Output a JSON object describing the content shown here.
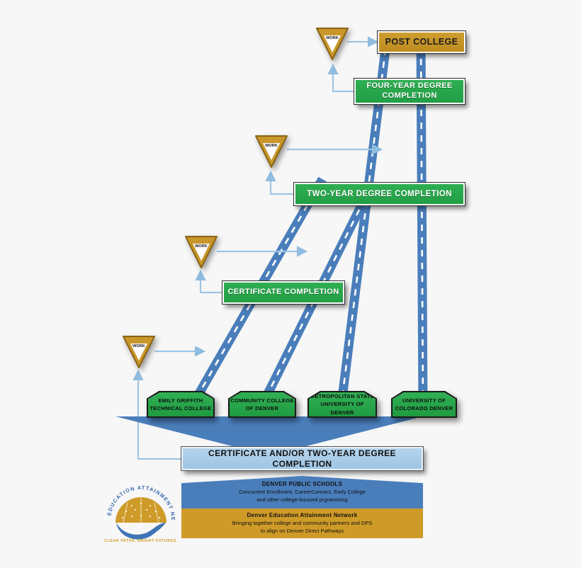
{
  "diagram": {
    "title": "Denver Direct Pathways",
    "background_color": "#f7f7f7"
  },
  "colors": {
    "green_sign": "#2aa14a",
    "gold_sign": "#c8962a",
    "light_blue_sign": "#a9cce8",
    "road_blue": "#4a7ebb",
    "arrow_blue": "#9fc5e3",
    "dean_gold": "#cf9b28",
    "dps_blue": "#4a7ebb"
  },
  "milestones": [
    {
      "id": "post-college",
      "label": "POST COLLEGE",
      "style": "gold"
    },
    {
      "id": "four-year-degree",
      "label": "FOUR-YEAR DEGREE COMPLETION",
      "style": "green"
    },
    {
      "id": "two-year-degree",
      "label": "TWO-YEAR DEGREE COMPLETION",
      "style": "green"
    },
    {
      "id": "certificate",
      "label": "CERTIFICATE COMPLETION",
      "style": "green"
    },
    {
      "id": "certificate-or-two-year",
      "label": "CERTIFICATE AND/OR TWO-YEAR DEGREE COMPLETION",
      "style": "light-blue"
    }
  ],
  "work_signs": [
    {
      "id": "work-post-college",
      "label": "WORK"
    },
    {
      "id": "work-two-year",
      "label": "WORK"
    },
    {
      "id": "work-certificate",
      "label": "WORK"
    },
    {
      "id": "work-dps",
      "label": "WORK"
    }
  ],
  "institutions": [
    {
      "id": "emily-griffith",
      "line1": "EMILY GRIFFITH",
      "line2": "TECHNICAL COLLEGE"
    },
    {
      "id": "community-college-denver",
      "line1": "COMMUNITY COLLEGE",
      "line2": "OF DENVER"
    },
    {
      "id": "metropolitan-state",
      "line1": "METROPOLITAN STATE",
      "line2": "UNIVERSITY OF DENVER"
    },
    {
      "id": "university-colorado-denver",
      "line1": "UNIVERSITY OF",
      "line2": "COLORADO DENVER"
    }
  ],
  "foundation": {
    "dps": {
      "title": "DENVER PUBLIC SCHOOLS",
      "line1": "Concurrent Enrollment, CareerConnect, Early College",
      "line2": "and other college-focused prgramming"
    },
    "dean": {
      "title": "Denver Education Attainment Network",
      "line1": "Bringing together college and community partners and DPS",
      "line2": "to align on Denver Direct Pathways"
    }
  },
  "logo": {
    "ring_text": "DENVER EDUCATION ATTAINMENT NETWORK",
    "tagline": "CLEAR PATHS. BRIGHT FUTURES.",
    "ring_color": "#3a6bb0",
    "dome_color": "#cf9b28",
    "road_color": "#4a7ebb",
    "tagline_color": "#cf9b28"
  }
}
